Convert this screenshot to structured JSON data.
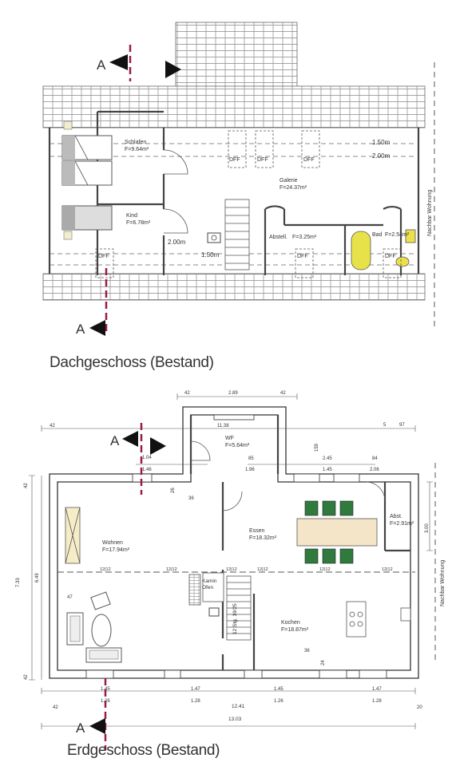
{
  "floors": {
    "dg": {
      "title": "Dachgeschoss (Bestand)",
      "section_mark": "A",
      "neighbor_label": "Nachbar Wohnung",
      "rooms": {
        "schlafen": {
          "name": "Schlafen",
          "area": "F=9.64m²"
        },
        "kind": {
          "name": "Kind",
          "area": "F=6.78m²"
        },
        "galerie": {
          "name": "Galerie",
          "area": "F=24.37m²"
        },
        "abstell": {
          "name": "Abstell.",
          "area": "F=3.25m²"
        },
        "bad": {
          "name": "Bad",
          "area": "F=2.54m²"
        }
      },
      "dff": "DFF",
      "heights": [
        "1.50m",
        "2.00m",
        "2.00m",
        "1.50m"
      ]
    },
    "eg": {
      "title": "Erdgeschoss (Bestand)",
      "section_mark": "A",
      "neighbor_label": "Nachbar Wohnung",
      "rooms": {
        "wf": {
          "name": "WF",
          "area": "F=5.64m²"
        },
        "wohnen": {
          "name": "Wohnen",
          "area": "F=17.94m²"
        },
        "essen": {
          "name": "Essen",
          "area": "F=18.32m²"
        },
        "abst": {
          "name": "Abst.",
          "area": "F=2.91m²"
        },
        "kochen": {
          "name": "Kochen",
          "area": "F=18.87m²"
        },
        "kamin": {
          "name": "Kamin\nOfen"
        }
      },
      "dims": {
        "top_42a": "42",
        "top_289": "2.89",
        "top_42b": "42",
        "top_1138": "11.38",
        "left_42": "42",
        "r5": "5",
        "r97": "97",
        "d104": "1.04",
        "d146": "1.46",
        "d85": "85",
        "d196": "1.96",
        "d245": "2.45",
        "d145": "1.45",
        "d84": "84",
        "d206": "2.06",
        "d159": "159",
        "d36a": "36",
        "d26": "26",
        "d47": "47",
        "d36b": "36",
        "d24": "24",
        "h1212": "12|12",
        "v42a": "42",
        "v733": "7.33",
        "v649": "6.49",
        "v42b": "42",
        "v300": "3.00",
        "s_stair": "12 Stg. 19/25",
        "b145": "1.45",
        "b126a": "1.26",
        "b147a": "1.47",
        "b128a": "1.28",
        "b145b": "1.45",
        "b126b": "1.26",
        "b147b": "1.47",
        "b128b": "1.28",
        "b42": "42",
        "b1241": "12.41",
        "b20": "20",
        "b1303": "13.03"
      }
    }
  }
}
